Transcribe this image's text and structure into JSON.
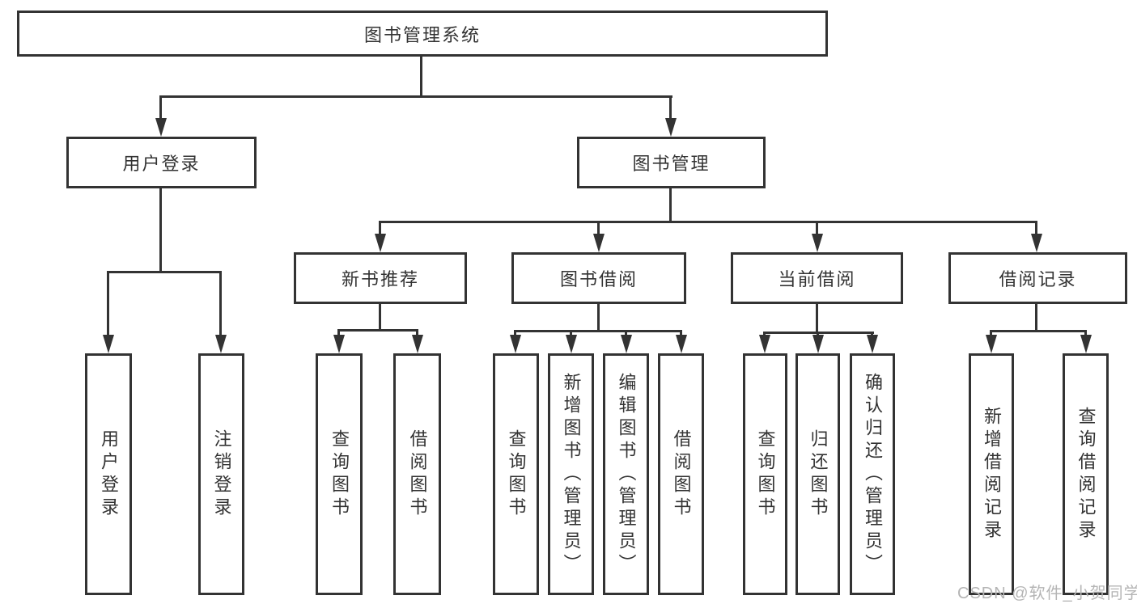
{
  "watermark": "CSDN @软件_小贺同学",
  "colors": {
    "line": "#333333",
    "text": "#333333",
    "bg": "#ffffff",
    "watermark": "#b5b5b5"
  },
  "tree": {
    "label": "图书管理系统",
    "children": [
      {
        "label": "用户登录",
        "children": [
          {
            "label": "用户登录"
          },
          {
            "label": "注销登录"
          }
        ]
      },
      {
        "label": "图书管理",
        "children": [
          {
            "label": "新书推荐",
            "children": [
              {
                "label": "查询图书"
              },
              {
                "label": "借阅图书"
              }
            ]
          },
          {
            "label": "图书借阅",
            "children": [
              {
                "label": "查询图书"
              },
              {
                "label": "新增图书（管理员）"
              },
              {
                "label": "编辑图书（管理员）"
              },
              {
                "label": "借阅图书"
              }
            ]
          },
          {
            "label": "当前借阅",
            "children": [
              {
                "label": "查询图书"
              },
              {
                "label": "归还图书"
              },
              {
                "label": "确认归还（管理员）"
              }
            ]
          },
          {
            "label": "借阅记录",
            "children": [
              {
                "label": "新增借阅记录"
              },
              {
                "label": "查询借阅记录"
              }
            ]
          }
        ]
      }
    ]
  }
}
